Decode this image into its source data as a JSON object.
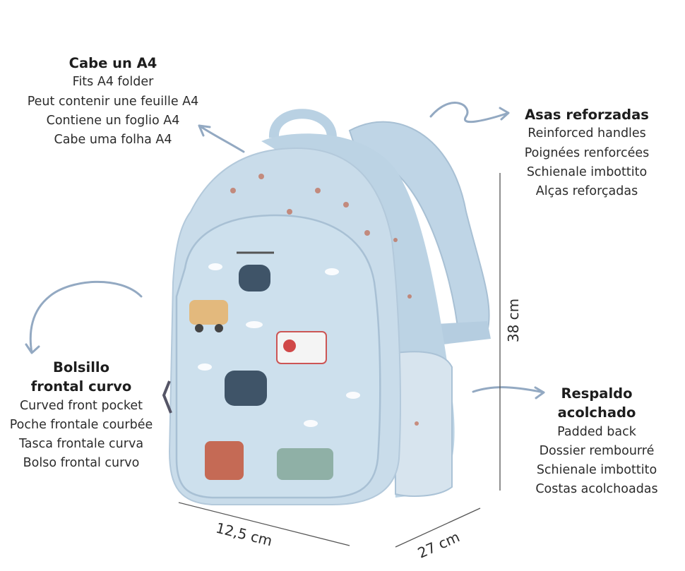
{
  "features": {
    "a4": {
      "title": "Cabe un A4",
      "lines": [
        "Fits A4 folder",
        "Peut contenir une feuille A4",
        "Contiene un foglio A4",
        "Cabe uma folha A4"
      ]
    },
    "handles": {
      "title": "Asas reforzadas",
      "lines": [
        "Reinforced handles",
        "Poignées renforcées",
        "Schienale imbottito",
        "Alças reforçadas"
      ]
    },
    "pocket": {
      "title_1": "Bolsillo",
      "title_2": "frontal curvo",
      "lines": [
        "Curved front pocket",
        "Poche frontale courbée",
        "Tasca frontale curva",
        "Bolso frontal curvo"
      ]
    },
    "back": {
      "title_1": "Respaldo",
      "title_2": "acolchado",
      "lines": [
        "Padded back",
        "Dossier rembourré",
        "Schienale imbottito",
        "Costas acolchoadas"
      ]
    }
  },
  "dimensions": {
    "height": "38 cm",
    "width": "12,5 cm",
    "depth": "27 cm"
  },
  "colors": {
    "bag": "#c9dcea",
    "arrow": "#8fa6bf",
    "text": "#2b2b2b"
  }
}
